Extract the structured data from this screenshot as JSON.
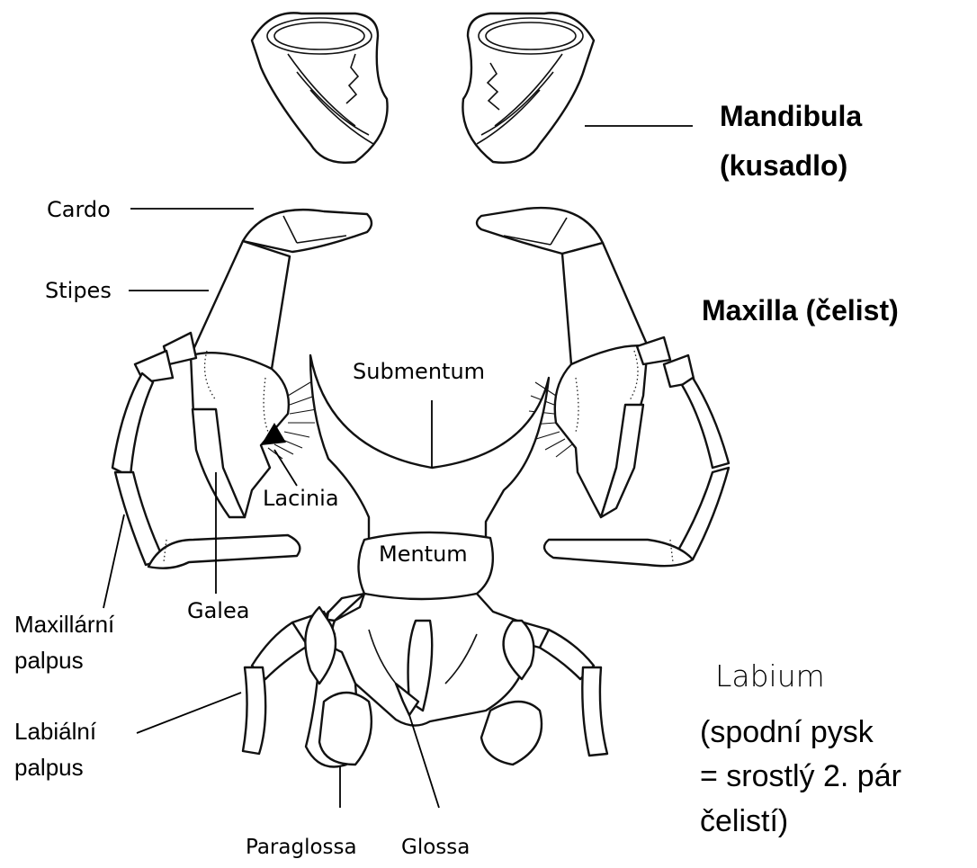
{
  "labels": {
    "mandibula": "Mandibula",
    "kusadlo": "(kusadlo)",
    "maxilla": "Maxilla (čelist)",
    "cardo": "Cardo",
    "stipes": "Stipes",
    "submentum": "Submentum",
    "lacinia": "Lacinia",
    "mentum": "Mentum",
    "galea": "Galea",
    "maxillarni_palpus_1": "Maxillární",
    "maxillarni_palpus_2": "palpus",
    "labialni_palpus_1": "Labiální",
    "labialni_palpus_2": "palpus",
    "paraglossa": "Paraglossa",
    "glossa": "Glossa",
    "labium_1": "Labium",
    "labium_2": "(spodní pysk",
    "labium_3": "= srostlý 2. pár",
    "labium_4": "čelistí)"
  }
}
